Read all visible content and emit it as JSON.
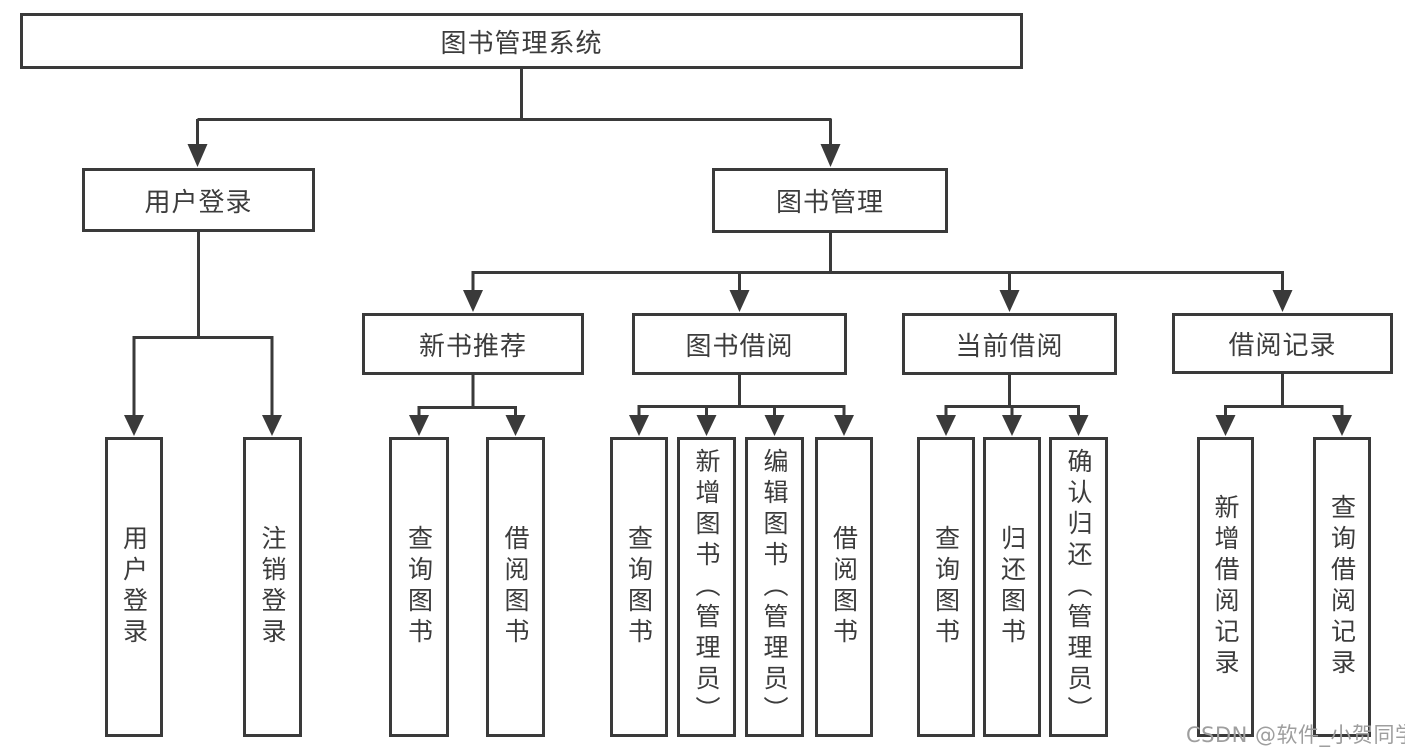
{
  "diagram_title": "图书管理系统",
  "tree": {
    "label": "图书管理系统",
    "children": [
      {
        "label": "用户登录",
        "children": [
          {
            "label": "用户登录"
          },
          {
            "label": "注销登录"
          }
        ]
      },
      {
        "label": "图书管理",
        "children": [
          {
            "label": "新书推荐",
            "children": [
              {
                "label": "查询图书"
              },
              {
                "label": "借阅图书"
              }
            ]
          },
          {
            "label": "图书借阅",
            "children": [
              {
                "label": "查询图书"
              },
              {
                "label": "新增图书（管理员）"
              },
              {
                "label": "编辑图书（管理员）"
              },
              {
                "label": "借阅图书"
              }
            ]
          },
          {
            "label": "当前借阅",
            "children": [
              {
                "label": "查询图书"
              },
              {
                "label": "归还图书"
              },
              {
                "label": "确认归还（管理员）"
              }
            ]
          },
          {
            "label": "借阅记录",
            "children": [
              {
                "label": "新增借阅记录"
              },
              {
                "label": "查询借阅记录"
              }
            ]
          }
        ]
      }
    ]
  },
  "watermark": {
    "text": "CSDN @软件_小贺同学"
  },
  "colors": {
    "line": "#3a3a3a",
    "text": "#3c3c3c",
    "box_background": "#ffffff",
    "watermark": "#9e9e9e"
  }
}
